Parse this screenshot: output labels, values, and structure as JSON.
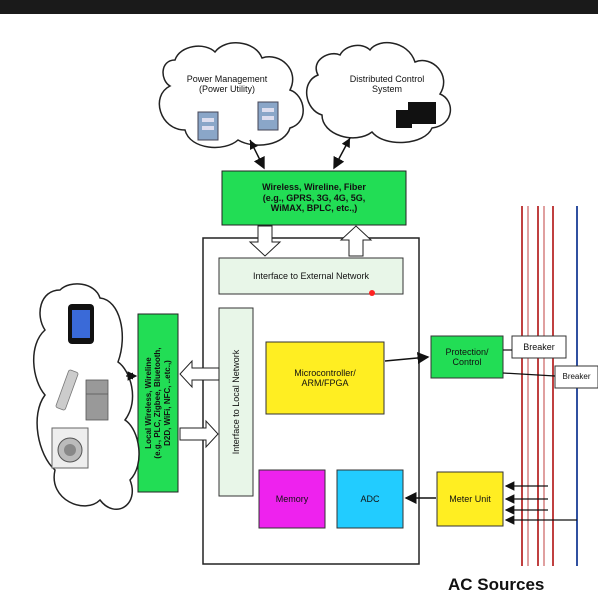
{
  "clouds": {
    "power_management": "Power Management\n(Power Utility)",
    "distributed_control": "Distributed Control\nSystem"
  },
  "boxes": {
    "comm_network": "Wireless, Wireline, Fiber\n(e.g., GPRS, 3G, 4G, 5G,\nWiMAX, BPLC, etc.,)",
    "interface_external": "Interface to External Network",
    "interface_local": "Interface to Local Network",
    "local_wireless": "Local Wireless, Wireline\n(e.g., PLC, Zigbee, Bluetooth,\nD2D, WiFi, NFC, ..etc.,)",
    "microcontroller": "Microcontroller/\nARM/FPGA",
    "memory": "Memory",
    "adc": "ADC",
    "meter_unit": "Meter Unit",
    "protection": "Protection/\nControl",
    "breaker_1": "Breaker",
    "breaker_2": "Breaker"
  },
  "footer": {
    "ac_sources": "AC Sources"
  },
  "colors": {
    "green": "#22dd55",
    "light_green": "#e8f6e8",
    "yellow": "#ffee22",
    "magenta": "#ee22ee",
    "blue": "#22ccff",
    "red_line": "#c04040",
    "blue_line": "#3050a0"
  }
}
